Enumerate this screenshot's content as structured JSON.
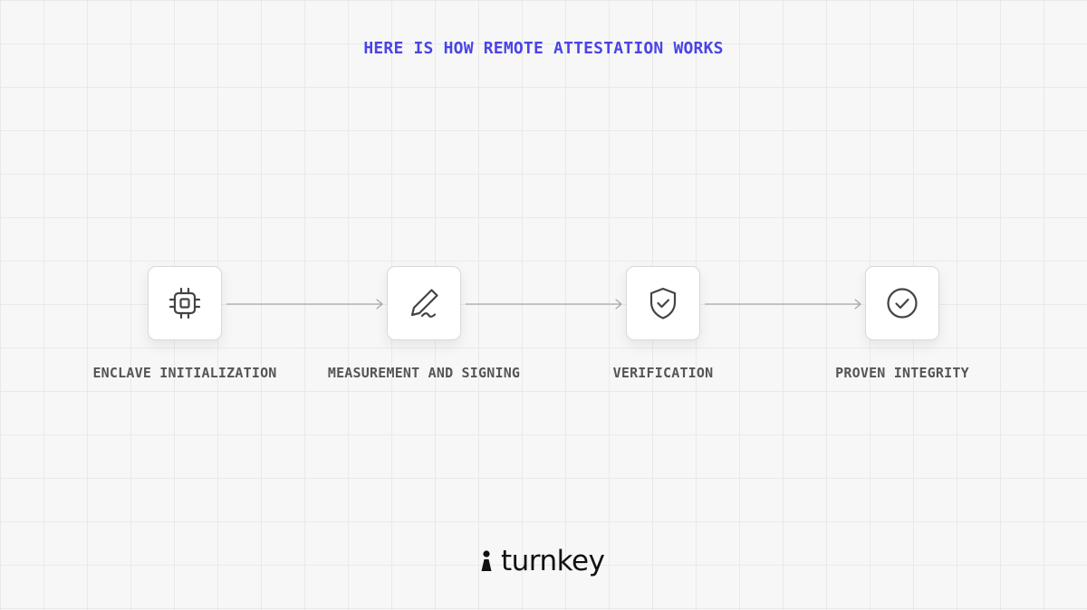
{
  "headline": "HERE IS HOW REMOTE ATTESTATION WORKS",
  "steps": [
    {
      "label": "ENCLAVE INITIALIZATION",
      "icon": "chip-icon"
    },
    {
      "label": "MEASUREMENT AND SIGNING",
      "icon": "pen-signature-icon"
    },
    {
      "label": "VERIFICATION",
      "icon": "shield-check-icon"
    },
    {
      "label": "PROVEN INTEGRITY",
      "icon": "check-circle-icon"
    }
  ],
  "brand": {
    "name": "turnkey",
    "accent_color": "#4b44e6",
    "text_color": "#111111"
  }
}
